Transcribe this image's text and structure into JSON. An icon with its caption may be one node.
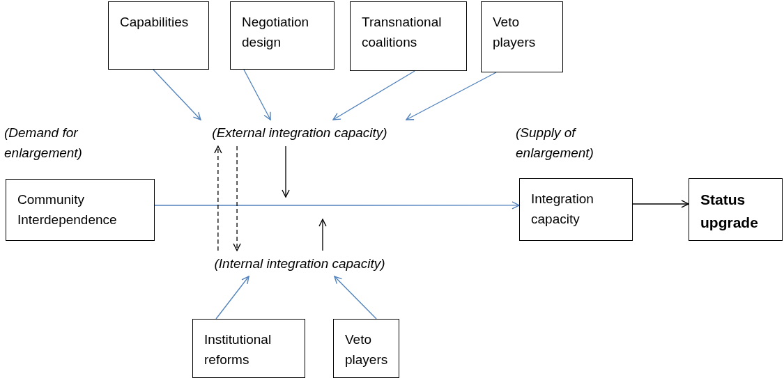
{
  "diagram": {
    "nodes": [
      {
        "text": [
          "Capabilities"
        ]
      },
      {
        "text": [
          "Negotiation design"
        ]
      },
      {
        "text": [
          "Transnational coalitions"
        ]
      },
      {
        "text": [
          "Veto players"
        ]
      },
      {
        "text": [
          "(External integration capacity)"
        ]
      },
      {
        "text": [
          "Community Interdependence"
        ],
        "beside": [
          "(Demand for enlargement)"
        ]
      },
      {
        "text": [
          "Integration capacity"
        ],
        "beside": [
          "(Supply of enlargement)"
        ]
      },
      {
        "text": [
          "Status upgrade"
        ]
      },
      {
        "text": [
          "(Internal integration capacity)"
        ]
      },
      {
        "text": [
          "Institutional reforms"
        ]
      },
      {
        "text": [
          "Veto players"
        ]
      }
    ],
    "edges": [
      {
        "from": 0,
        "to": 4,
        "arrow": "to"
      },
      {
        "from": 1,
        "to": 4,
        "arrow": "to"
      },
      {
        "from": 2,
        "to": 4,
        "arrow": "to"
      },
      {
        "from": 3,
        "to": 4,
        "arrow": "to"
      },
      {
        "from": 5,
        "to": 6,
        "arrow": "to"
      },
      {
        "from": 6,
        "to": 7,
        "arrow": "to",
        "color": "#000000"
      },
      {
        "from": 4,
        "to": null,
        "arrow": "to",
        "color": "#000000"
      },
      {
        "from": 8,
        "to": null,
        "arrow": "to",
        "color": "#000000"
      },
      {
        "from": 8,
        "to": 4,
        "arrow": "to",
        "style": "dashed",
        "color": "#000000"
      },
      {
        "from": 4,
        "to": 8,
        "arrow": "to",
        "style": "dashed",
        "color": "#000000"
      },
      {
        "from": 9,
        "to": 8,
        "arrow": "to"
      },
      {
        "from": 10,
        "to": 8,
        "arrow": "to"
      }
    ]
  }
}
